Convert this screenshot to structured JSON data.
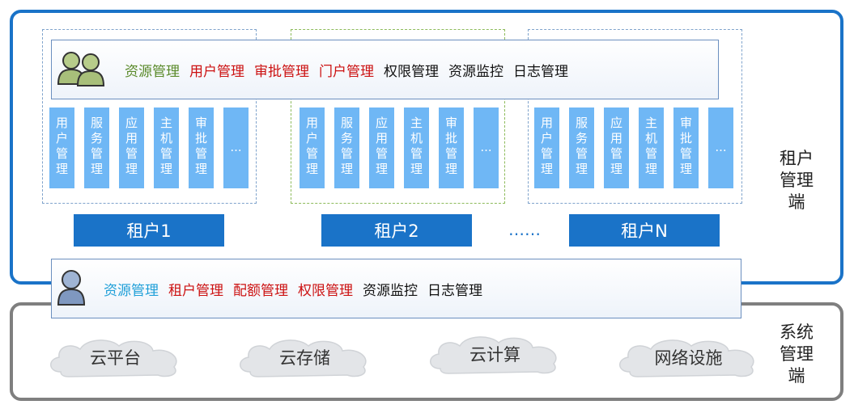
{
  "tenant_region": {
    "label": [
      "租户",
      "管理",
      "端"
    ]
  },
  "system_region": {
    "label": [
      "系统",
      "管理",
      "端"
    ]
  },
  "tenant_admin_menu": [
    {
      "text": "资源管理",
      "color": "#5a8a2a"
    },
    {
      "text": "用户管理",
      "color": "#cc1111"
    },
    {
      "text": "审批管理",
      "color": "#cc1111"
    },
    {
      "text": "门户管理",
      "color": "#cc1111"
    },
    {
      "text": "权限管理",
      "color": "#111111"
    },
    {
      "text": "资源监控",
      "color": "#111111"
    },
    {
      "text": "日志管理",
      "color": "#111111"
    }
  ],
  "system_admin_menu": [
    {
      "text": "资源管理",
      "color": "#1f9fd8"
    },
    {
      "text": "租户管理",
      "color": "#cc1111"
    },
    {
      "text": "配额管理",
      "color": "#cc1111"
    },
    {
      "text": "权限管理",
      "color": "#cc1111"
    },
    {
      "text": "资源监控",
      "color": "#111111"
    },
    {
      "text": "日志管理",
      "color": "#111111"
    }
  ],
  "tenant_modules": [
    [
      "用",
      "户",
      "管",
      "理"
    ],
    [
      "服",
      "务",
      "管",
      "理"
    ],
    [
      "应",
      "用",
      "管",
      "理"
    ],
    [
      "主",
      "机",
      "管",
      "理"
    ],
    [
      "审",
      "批",
      "管",
      "理"
    ],
    [
      "..."
    ]
  ],
  "tenants": [
    {
      "label": "租户1"
    },
    {
      "label": "租户2"
    },
    {
      "label": "租户N"
    }
  ],
  "ellipsis": "……",
  "infrastructure": [
    "云平台",
    "云存储",
    "云计算",
    "网络设施"
  ],
  "colors": {
    "tenant_border": "#1a73c8",
    "system_border": "#7f7f7f",
    "module_tile": "#6fb7f5",
    "tenant_tag": "#1a73c8"
  },
  "icons": {
    "tenant_admin": "users-icon",
    "system_admin": "user-icon"
  }
}
